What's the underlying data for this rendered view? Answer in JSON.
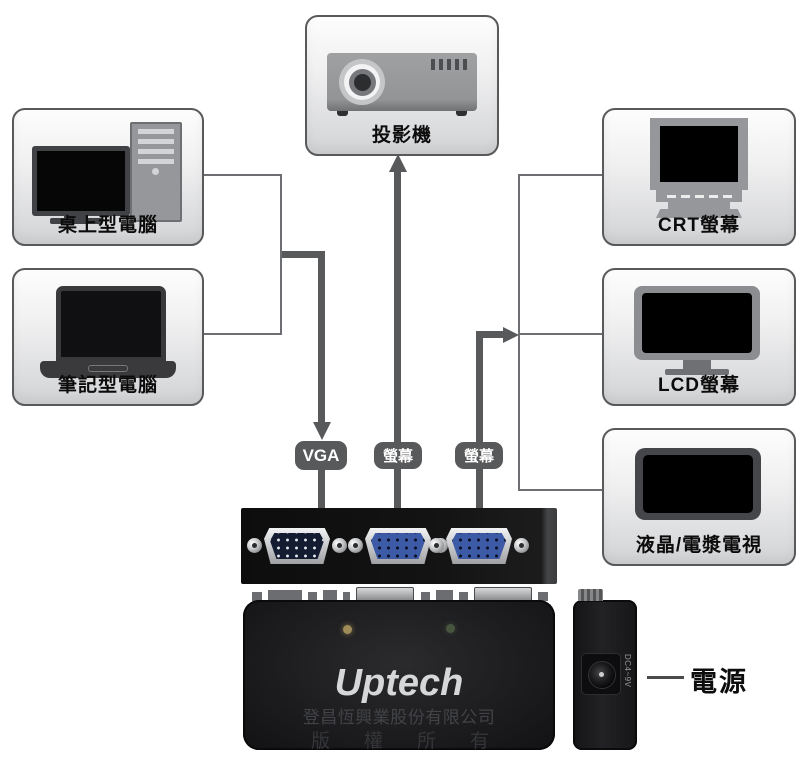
{
  "diagram": {
    "devices": {
      "projector": "投影機",
      "desktop": "桌上型電腦",
      "laptop": "筆記型電腦",
      "crt": "CRT螢幕",
      "lcd": "LCD螢幕",
      "tv": "液晶/電漿電視"
    },
    "cable_labels": {
      "vga": "VGA",
      "screen_mid": "螢幕",
      "screen_right": "螢幕"
    },
    "switch": {
      "brand": "Uptech",
      "company": "登昌恆興業股份有限公司",
      "copyright": "版權所有",
      "dc_label": "DC4~9V"
    },
    "power_label": "電源",
    "colors": {
      "cable_line": "#58595b",
      "thin_line": "#6d6e71",
      "badge_bg": "#58595b",
      "vga_port_blue": "#3c5aa5",
      "device_body": "#1d1d1f",
      "led_left": "#a08c58",
      "led_right": "#47553f"
    }
  }
}
